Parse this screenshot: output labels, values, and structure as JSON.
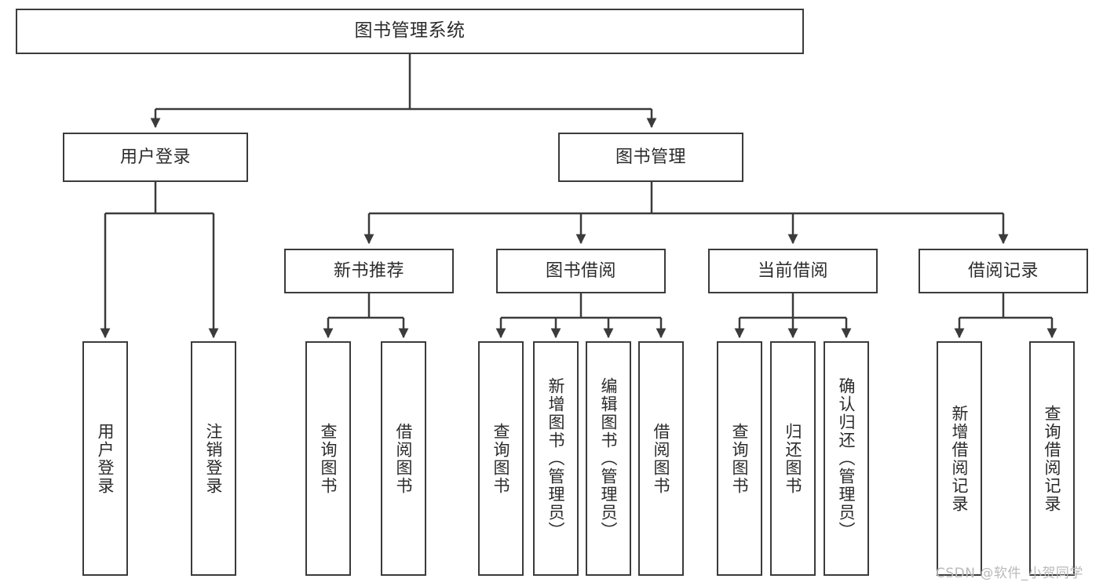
{
  "diagram": {
    "title": "图书管理系统",
    "type": "tree",
    "root": {
      "label": "图书管理系统"
    },
    "level2": [
      {
        "label": "用户登录"
      },
      {
        "label": "图书管理"
      }
    ],
    "level3": [
      {
        "label": "新书推荐"
      },
      {
        "label": "图书借阅"
      },
      {
        "label": "当前借阅"
      },
      {
        "label": "借阅记录"
      }
    ],
    "leaves": {
      "user_login": [
        {
          "label": "用户登录"
        },
        {
          "label": "注销登录"
        }
      ],
      "new_book_recommend": [
        {
          "label": "查询图书"
        },
        {
          "label": "借阅图书"
        }
      ],
      "book_borrow": [
        {
          "label": "查询图书"
        },
        {
          "label": "新增图书（管理员）"
        },
        {
          "label": "编辑图书（管理员）"
        },
        {
          "label": "借阅图书"
        }
      ],
      "current_borrow": [
        {
          "label": "查询图书"
        },
        {
          "label": "归还图书"
        },
        {
          "label": "确认归还（管理员）"
        }
      ],
      "borrow_record": [
        {
          "label": "新增借阅记录"
        },
        {
          "label": "查询借阅记录"
        }
      ]
    },
    "watermark": "CSDN @软件_小贺同学",
    "colors": {
      "stroke": "#3b3b3b",
      "fill": "#ffffff",
      "text": "#2b2b2b",
      "watermark": "#b9b9b9"
    }
  },
  "chart_data": {
    "type": "table",
    "title": "图书管理系统 功能结构图",
    "nodes": [
      {
        "id": "root",
        "label": "图书管理系统",
        "level": 0,
        "parent": null
      },
      {
        "id": "user-login",
        "label": "用户登录",
        "level": 1,
        "parent": "root"
      },
      {
        "id": "book-manage",
        "label": "图书管理",
        "level": 1,
        "parent": "root"
      },
      {
        "id": "new-book",
        "label": "新书推荐",
        "level": 2,
        "parent": "book-manage"
      },
      {
        "id": "book-borrow",
        "label": "图书借阅",
        "level": 2,
        "parent": "book-manage"
      },
      {
        "id": "current-borrow",
        "label": "当前借阅",
        "level": 2,
        "parent": "book-manage"
      },
      {
        "id": "borrow-record",
        "label": "借阅记录",
        "level": 2,
        "parent": "book-manage"
      },
      {
        "id": "leaf-1",
        "label": "用户登录",
        "level": 2,
        "parent": "user-login"
      },
      {
        "id": "leaf-2",
        "label": "注销登录",
        "level": 2,
        "parent": "user-login"
      },
      {
        "id": "leaf-3",
        "label": "查询图书",
        "level": 3,
        "parent": "new-book"
      },
      {
        "id": "leaf-4",
        "label": "借阅图书",
        "level": 3,
        "parent": "new-book"
      },
      {
        "id": "leaf-5",
        "label": "查询图书",
        "level": 3,
        "parent": "book-borrow"
      },
      {
        "id": "leaf-6",
        "label": "新增图书（管理员）",
        "level": 3,
        "parent": "book-borrow"
      },
      {
        "id": "leaf-7",
        "label": "编辑图书（管理员）",
        "level": 3,
        "parent": "book-borrow"
      },
      {
        "id": "leaf-8",
        "label": "借阅图书",
        "level": 3,
        "parent": "book-borrow"
      },
      {
        "id": "leaf-9",
        "label": "查询图书",
        "level": 3,
        "parent": "current-borrow"
      },
      {
        "id": "leaf-10",
        "label": "归还图书",
        "level": 3,
        "parent": "current-borrow"
      },
      {
        "id": "leaf-11",
        "label": "确认归还（管理员）",
        "level": 3,
        "parent": "current-borrow"
      },
      {
        "id": "leaf-12",
        "label": "新增借阅记录",
        "level": 3,
        "parent": "borrow-record"
      },
      {
        "id": "leaf-13",
        "label": "查询借阅记录",
        "level": 3,
        "parent": "borrow-record"
      }
    ]
  }
}
